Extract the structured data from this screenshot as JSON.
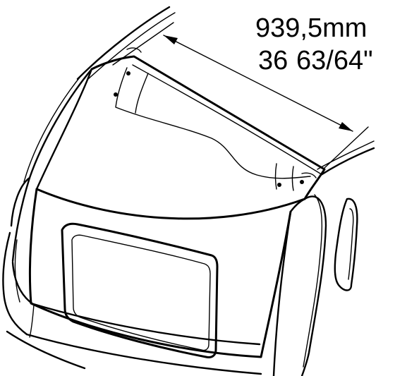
{
  "measurement": {
    "metric": "939,5mm",
    "imperial_whole": "36",
    "imperial_fraction": "63/64\""
  },
  "colors": {
    "ink": "#000000",
    "paper": "#ffffff"
  }
}
